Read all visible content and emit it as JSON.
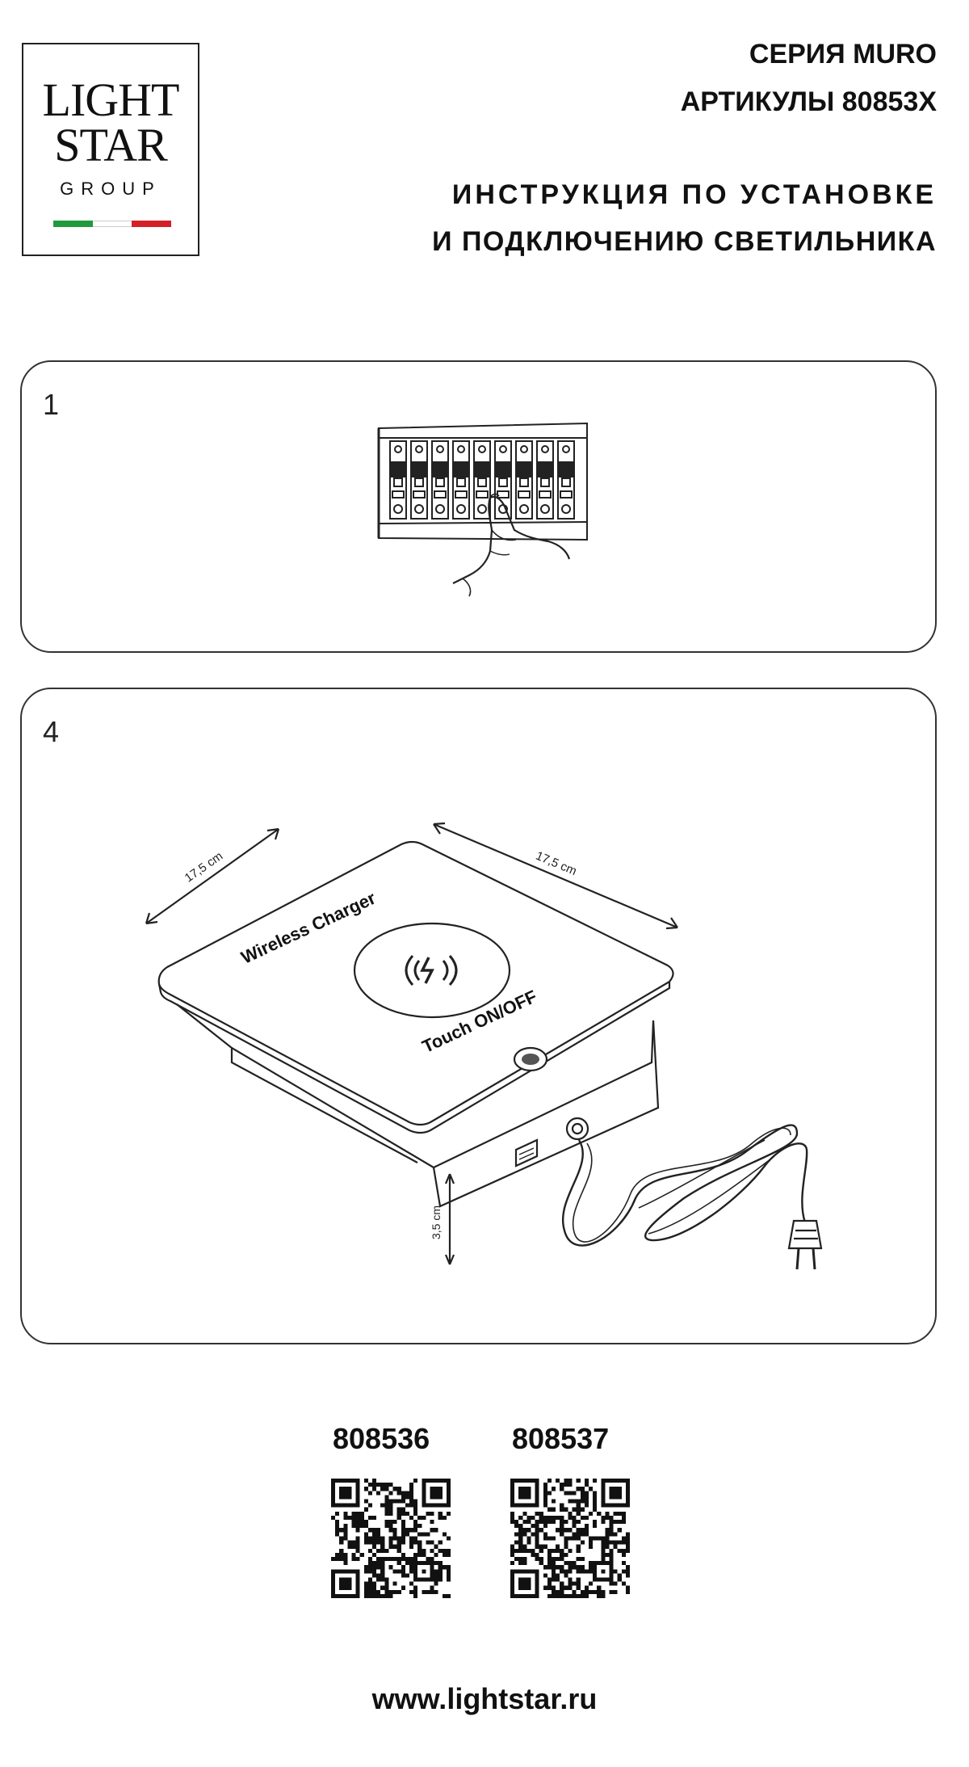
{
  "brand": {
    "line1": "LIGHT",
    "line2": "STAR",
    "line3": "GROUP",
    "flag_colors": [
      "#1f9a3c",
      "#ffffff",
      "#d42027"
    ]
  },
  "header": {
    "series": "СЕРИЯ MURO",
    "articles": "АРТИКУЛЫ 80853X",
    "title_line1": "ИНСТРУКЦИЯ ПО УСТАНОВКЕ",
    "title_line2": "И ПОДКЛЮЧЕНИЮ СВЕТИЛЬНИКА"
  },
  "step1": {
    "number": "1"
  },
  "step4": {
    "number": "4",
    "dim_left": "17,5 cm",
    "dim_right": "17,5 cm",
    "dim_height": "3,5 cm",
    "label_charger": "Wireless Charger",
    "label_touch": "Touch ON/OFF"
  },
  "articles": [
    {
      "code": "808536"
    },
    {
      "code": "808537"
    }
  ],
  "footer": {
    "url": "www.lightstar.ru"
  }
}
